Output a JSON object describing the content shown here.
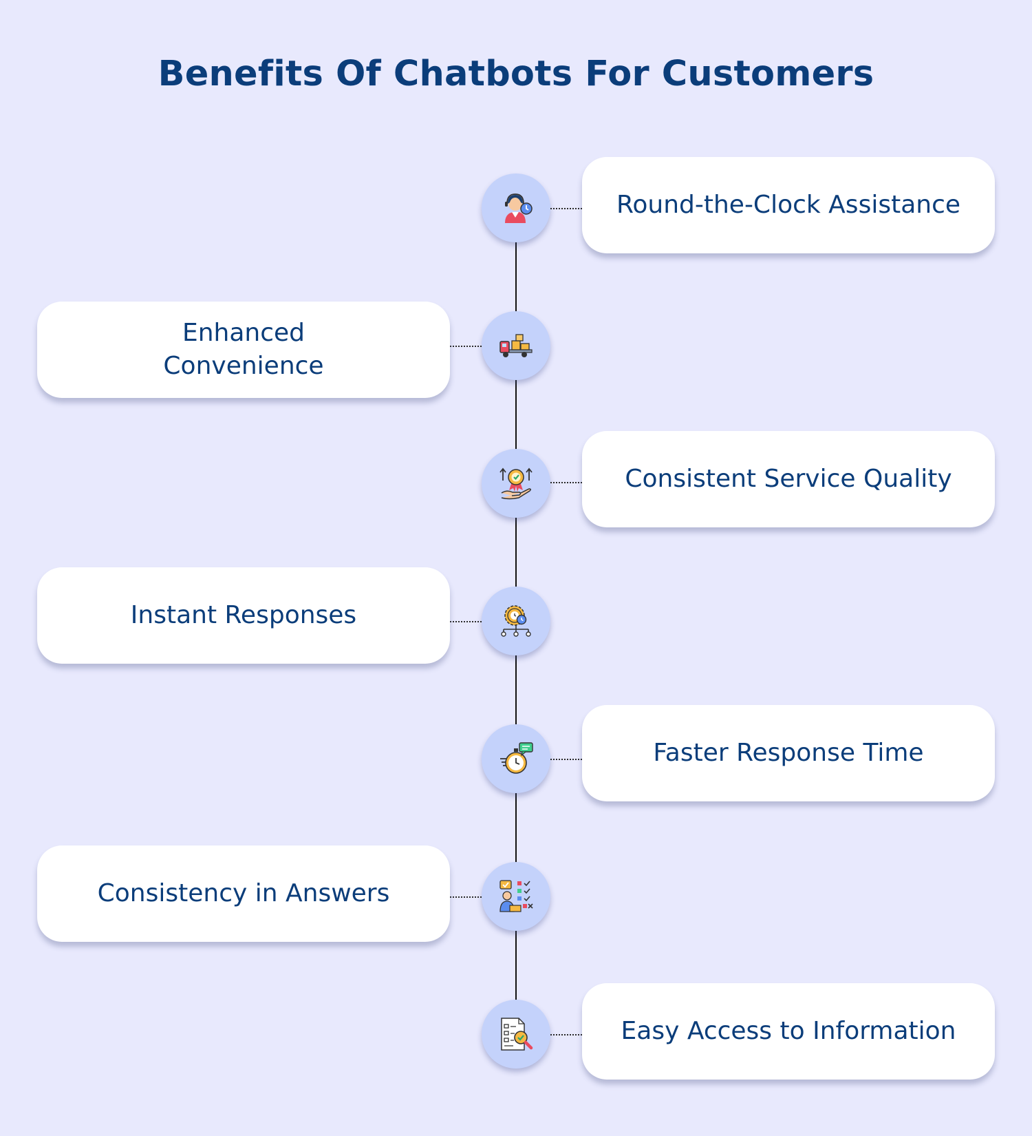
{
  "title": "Benefits Of Chatbots For Customers",
  "items": [
    {
      "label": "Round-the-Clock Assistance",
      "side": "right",
      "icon": "support-agent-clock-icon"
    },
    {
      "label": "Enhanced Convenience",
      "side": "left",
      "icon": "delivery-truck-icon"
    },
    {
      "label": "Consistent Service Quality",
      "side": "right",
      "icon": "quality-badge-hand-icon"
    },
    {
      "label": "Instant Responses",
      "side": "left",
      "icon": "gear-clock-network-icon"
    },
    {
      "label": "Faster Response Time",
      "side": "right",
      "icon": "stopwatch-message-icon"
    },
    {
      "label": "Consistency in Answers",
      "side": "left",
      "icon": "person-checklist-icon"
    },
    {
      "label": "Easy Access to Information",
      "side": "right",
      "icon": "document-search-icon"
    }
  ],
  "colors": {
    "background": "#e8e9fd",
    "title": "#0b3d7a",
    "node": "#c4d2fb",
    "card": "#ffffff"
  }
}
